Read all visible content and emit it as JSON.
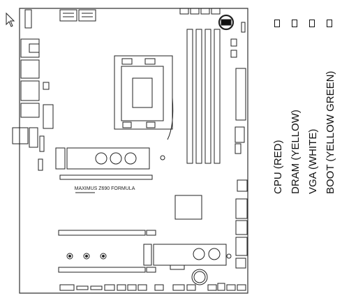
{
  "board": {
    "model_silkscreen": "MAXIMUS Z690 FORMULA"
  },
  "leds": [
    {
      "label": "CPU (RED)"
    },
    {
      "label": "DRAM (YELLOW)"
    },
    {
      "label": "VGA (WHITE)"
    },
    {
      "label": "BOOT (YELLOW GREEN)"
    }
  ]
}
